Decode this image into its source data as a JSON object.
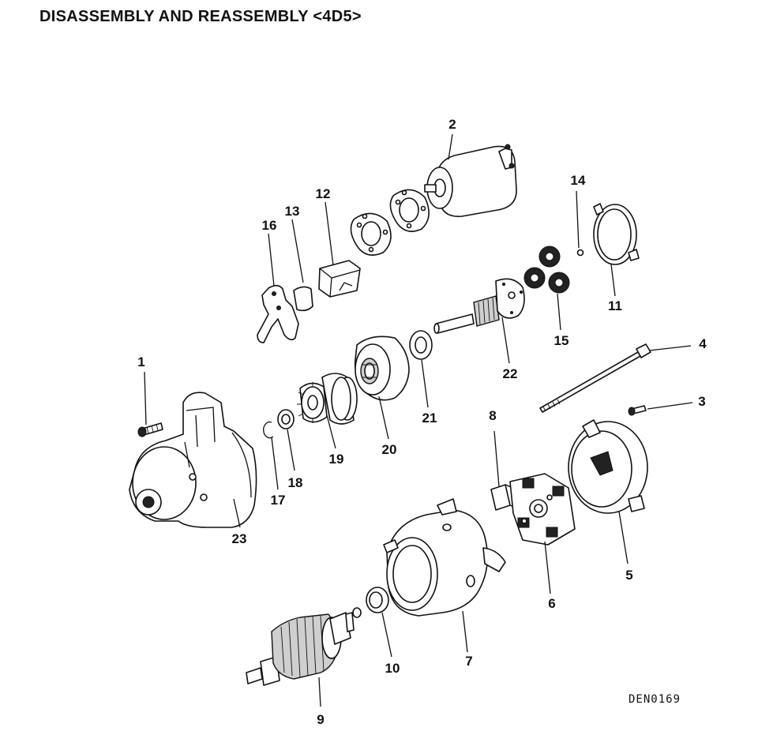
{
  "title": "DISASSEMBLY AND REASSEMBLY <4D5>",
  "code": "DEN0169",
  "labels": [
    "1",
    "2",
    "3",
    "4",
    "5",
    "6",
    "7",
    "8",
    "9",
    "10",
    "11",
    "12",
    "13",
    "14",
    "15",
    "16",
    "17",
    "18",
    "19",
    "20",
    "21",
    "22",
    "23"
  ]
}
